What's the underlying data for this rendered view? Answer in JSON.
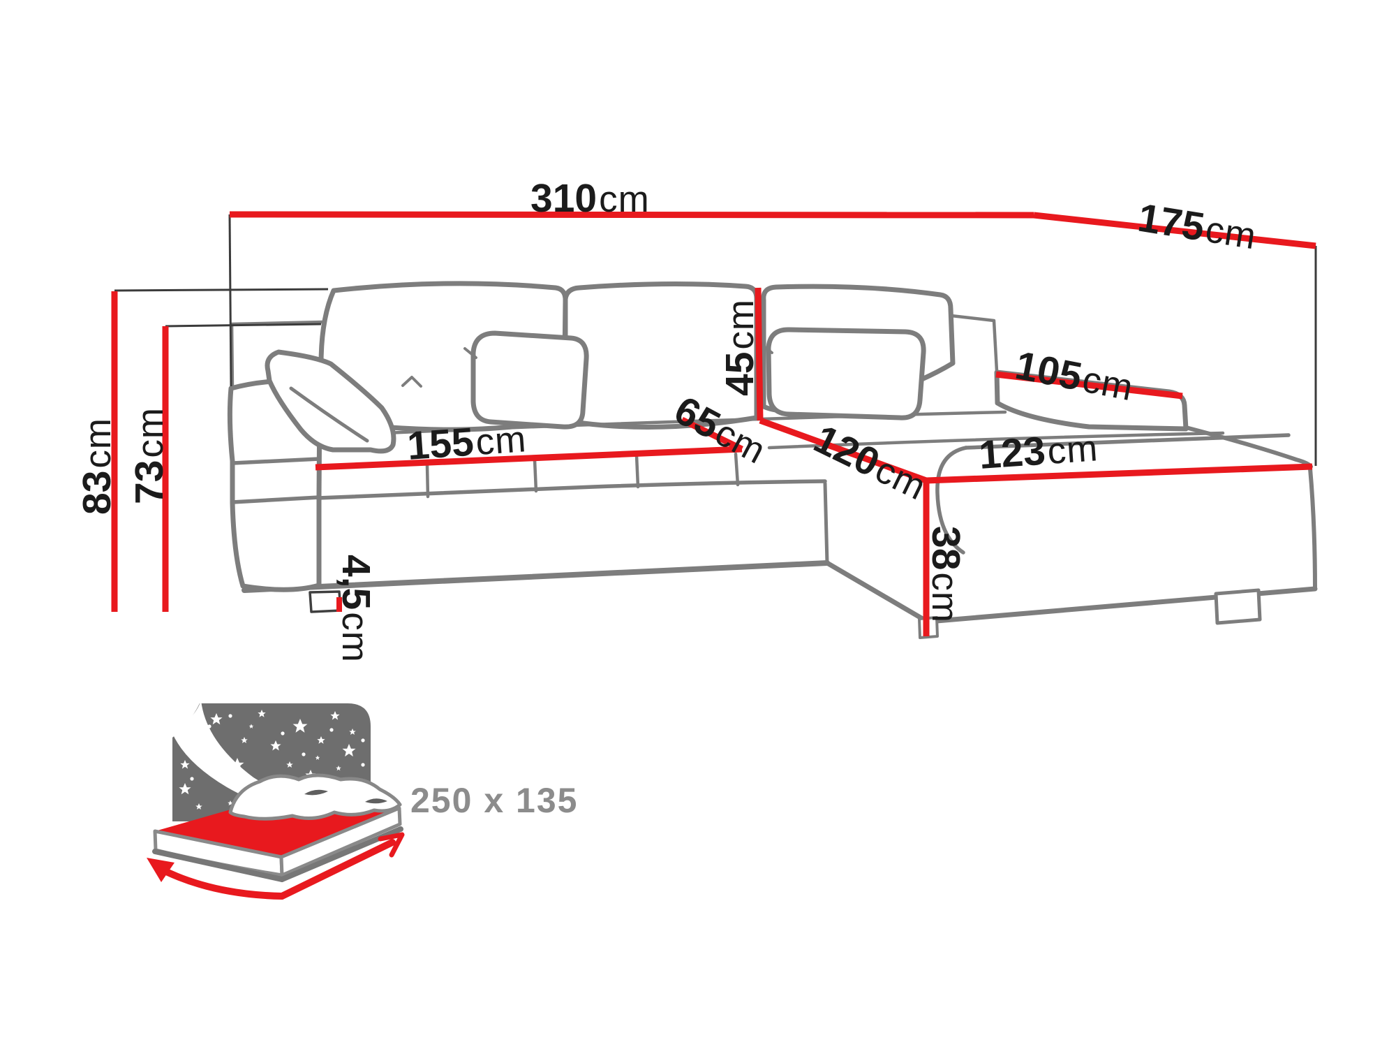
{
  "diagram": {
    "title": "corner-sofa-dimension-diagram",
    "colors": {
      "dimension_red": "#e8191e",
      "sofa_outline_gray": "#7d7d7d",
      "label_black": "#1b1b1b",
      "icon_gray": "#6e6e6e",
      "bed_size_gray": "#8c8c8c",
      "background": "#ffffff"
    },
    "dimensions": {
      "width": {
        "value": "310",
        "unit": "cm"
      },
      "depth": {
        "value": "175",
        "unit": "cm"
      },
      "height": {
        "value": "83",
        "unit": "cm"
      },
      "backrest_height": {
        "value": "73",
        "unit": "cm"
      },
      "seat_width": {
        "value": "155",
        "unit": "cm"
      },
      "seat_depth": {
        "value": "65",
        "unit": "cm"
      },
      "back_cushion_height": {
        "value": "45",
        "unit": "cm"
      },
      "chaise_length": {
        "value": "120",
        "unit": "cm"
      },
      "chaise_width": {
        "value": "123",
        "unit": "cm"
      },
      "armrest_length": {
        "value": "105",
        "unit": "cm"
      },
      "seat_height": {
        "value": "38",
        "unit": "cm"
      },
      "leg_height": {
        "value": "4,5",
        "unit": "cm"
      }
    },
    "sleeping_function": {
      "bed_size": "250 x 135"
    }
  }
}
